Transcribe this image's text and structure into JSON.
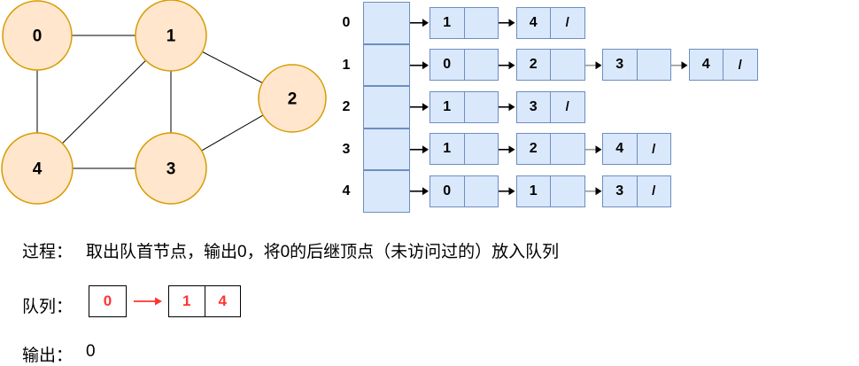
{
  "colors": {
    "node_fill": "#ffe6cc",
    "node_stroke": "#d79b00",
    "cell_fill": "#dae8fc",
    "cell_stroke": "#6c8ebf",
    "queue_red": "#ff3333",
    "edge_black": "#000000",
    "arrow_gray": "#999999"
  },
  "graph": {
    "nodes": [
      {
        "id": "0"
      },
      {
        "id": "1"
      },
      {
        "id": "2"
      },
      {
        "id": "3"
      },
      {
        "id": "4"
      }
    ],
    "edges": [
      [
        "0",
        "1"
      ],
      [
        "0",
        "4"
      ],
      [
        "1",
        "2"
      ],
      [
        "1",
        "3"
      ],
      [
        "1",
        "4"
      ],
      [
        "2",
        "3"
      ],
      [
        "3",
        "4"
      ]
    ]
  },
  "adjacency": {
    "rows": [
      {
        "label": "0",
        "nodes": [
          {
            "value": "1",
            "next": "",
            "arrow": "black"
          },
          {
            "value": "4",
            "next": "/",
            "arrow": "black"
          }
        ]
      },
      {
        "label": "1",
        "nodes": [
          {
            "value": "0",
            "next": "",
            "arrow": "black"
          },
          {
            "value": "2",
            "next": "",
            "arrow": "black"
          },
          {
            "value": "3",
            "next": "",
            "arrow": "gray"
          },
          {
            "value": "4",
            "next": "/",
            "arrow": "gray"
          }
        ]
      },
      {
        "label": "2",
        "nodes": [
          {
            "value": "1",
            "next": "",
            "arrow": "black"
          },
          {
            "value": "3",
            "next": "/",
            "arrow": "black"
          }
        ]
      },
      {
        "label": "3",
        "nodes": [
          {
            "value": "1",
            "next": "",
            "arrow": "black"
          },
          {
            "value": "2",
            "next": "",
            "arrow": "black"
          },
          {
            "value": "4",
            "next": "/",
            "arrow": "gray"
          }
        ]
      },
      {
        "label": "4",
        "nodes": [
          {
            "value": "0",
            "next": "",
            "arrow": "black"
          },
          {
            "value": "1",
            "next": "",
            "arrow": "black"
          },
          {
            "value": "3",
            "next": "/",
            "arrow": "gray"
          }
        ]
      }
    ]
  },
  "process": {
    "label": "过程：",
    "text": "取出队首节点，输出0，将0的后继顶点（未访问过的）放入队列"
  },
  "queue": {
    "label": "队列：",
    "front": "0",
    "rest": [
      "1",
      "4"
    ]
  },
  "output": {
    "label": "输出：",
    "value": "0"
  }
}
